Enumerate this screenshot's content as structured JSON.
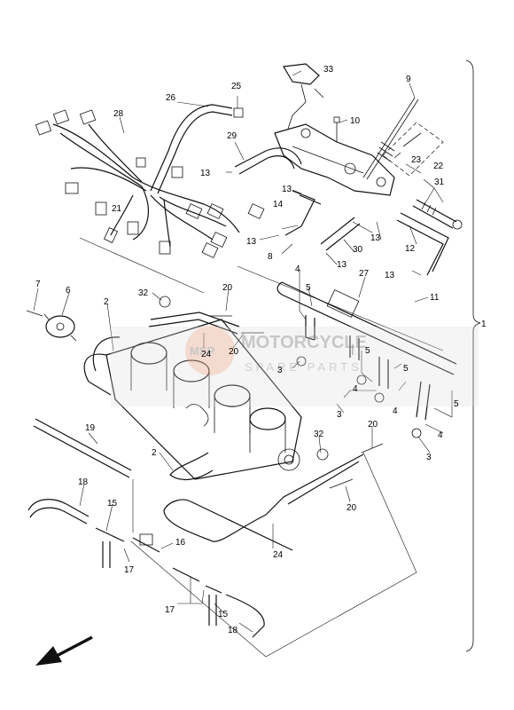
{
  "callouts": [
    {
      "id": "1",
      "text": "1"
    },
    {
      "id": "2a",
      "text": "2"
    },
    {
      "id": "2b",
      "text": "2"
    },
    {
      "id": "3a",
      "text": "3"
    },
    {
      "id": "3b",
      "text": "3"
    },
    {
      "id": "3c",
      "text": "3"
    },
    {
      "id": "4a",
      "text": "4"
    },
    {
      "id": "4b",
      "text": "4"
    },
    {
      "id": "4c",
      "text": "4"
    },
    {
      "id": "4d",
      "text": "4"
    },
    {
      "id": "5a",
      "text": "5"
    },
    {
      "id": "5b",
      "text": "5"
    },
    {
      "id": "5c",
      "text": "5"
    },
    {
      "id": "5d",
      "text": "5"
    },
    {
      "id": "6",
      "text": "6"
    },
    {
      "id": "7",
      "text": "7"
    },
    {
      "id": "8",
      "text": "8"
    },
    {
      "id": "9",
      "text": "9"
    },
    {
      "id": "10",
      "text": "10"
    },
    {
      "id": "11",
      "text": "11"
    },
    {
      "id": "12",
      "text": "12"
    },
    {
      "id": "13a",
      "text": "13"
    },
    {
      "id": "13b",
      "text": "13"
    },
    {
      "id": "13c",
      "text": "13"
    },
    {
      "id": "13d",
      "text": "13"
    },
    {
      "id": "13e",
      "text": "13"
    },
    {
      "id": "13f",
      "text": "13"
    },
    {
      "id": "14",
      "text": "14"
    },
    {
      "id": "15a",
      "text": "15"
    },
    {
      "id": "15b",
      "text": "15"
    },
    {
      "id": "16",
      "text": "16"
    },
    {
      "id": "17a",
      "text": "17"
    },
    {
      "id": "17b",
      "text": "17"
    },
    {
      "id": "18a",
      "text": "18"
    },
    {
      "id": "18b",
      "text": "18"
    },
    {
      "id": "19",
      "text": "19"
    },
    {
      "id": "20a",
      "text": "20"
    },
    {
      "id": "20b",
      "text": "20"
    },
    {
      "id": "20c",
      "text": "20"
    },
    {
      "id": "20d",
      "text": "20"
    },
    {
      "id": "21",
      "text": "21"
    },
    {
      "id": "22",
      "text": "22"
    },
    {
      "id": "23",
      "text": "23"
    },
    {
      "id": "24a",
      "text": "24"
    },
    {
      "id": "24b",
      "text": "24"
    },
    {
      "id": "25",
      "text": "25"
    },
    {
      "id": "26",
      "text": "26"
    },
    {
      "id": "27",
      "text": "27"
    },
    {
      "id": "28",
      "text": "28"
    },
    {
      "id": "29",
      "text": "29"
    },
    {
      "id": "30",
      "text": "30"
    },
    {
      "id": "31",
      "text": "31"
    },
    {
      "id": "32a",
      "text": "32"
    },
    {
      "id": "32b",
      "text": "32"
    },
    {
      "id": "33",
      "text": "33"
    }
  ],
  "watermark": {
    "brand": "MOTORCYCLE",
    "sub": "SPARE PARTS",
    "badge": "MSP",
    "color": "#e8a88c"
  },
  "direction_arrow": "front-direction-arrow"
}
